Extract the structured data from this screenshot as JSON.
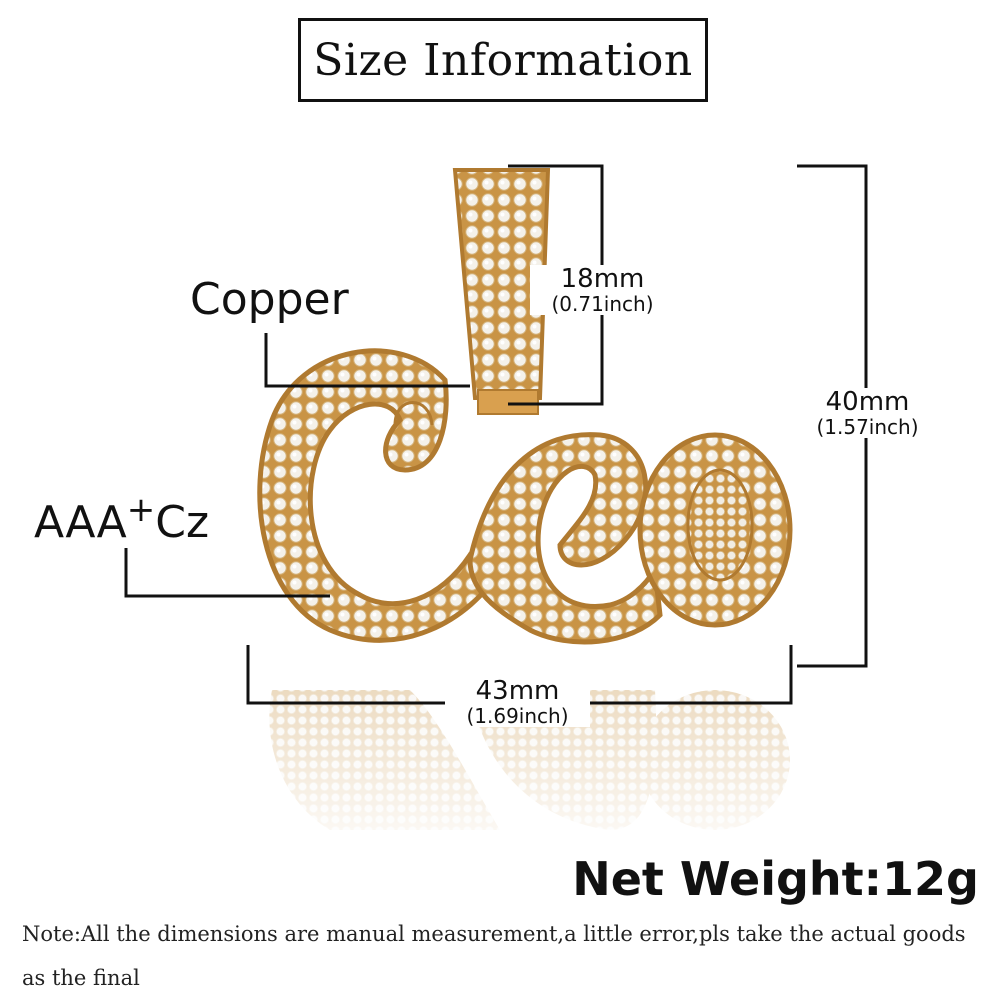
{
  "title": "Size Information",
  "labels": {
    "material": "Copper",
    "stone_main": "AAA",
    "stone_plus": "+",
    "stone_suffix": "Cz"
  },
  "dimensions": {
    "bail": {
      "mm": "18mm",
      "inch": "(0.71inch)"
    },
    "height": {
      "mm": "40mm",
      "inch": "(1.57inch)"
    },
    "width": {
      "mm": "43mm",
      "inch": "(1.69inch)"
    }
  },
  "net_weight": "Net Weight:12g",
  "note": "Note:All the dimensions are manual measurement,a little error,pls take the actual goods as the final",
  "colors": {
    "gold": "#d9a04f",
    "gold_dark": "#b07a30",
    "stone": "#f2efe8",
    "line": "#111111"
  }
}
